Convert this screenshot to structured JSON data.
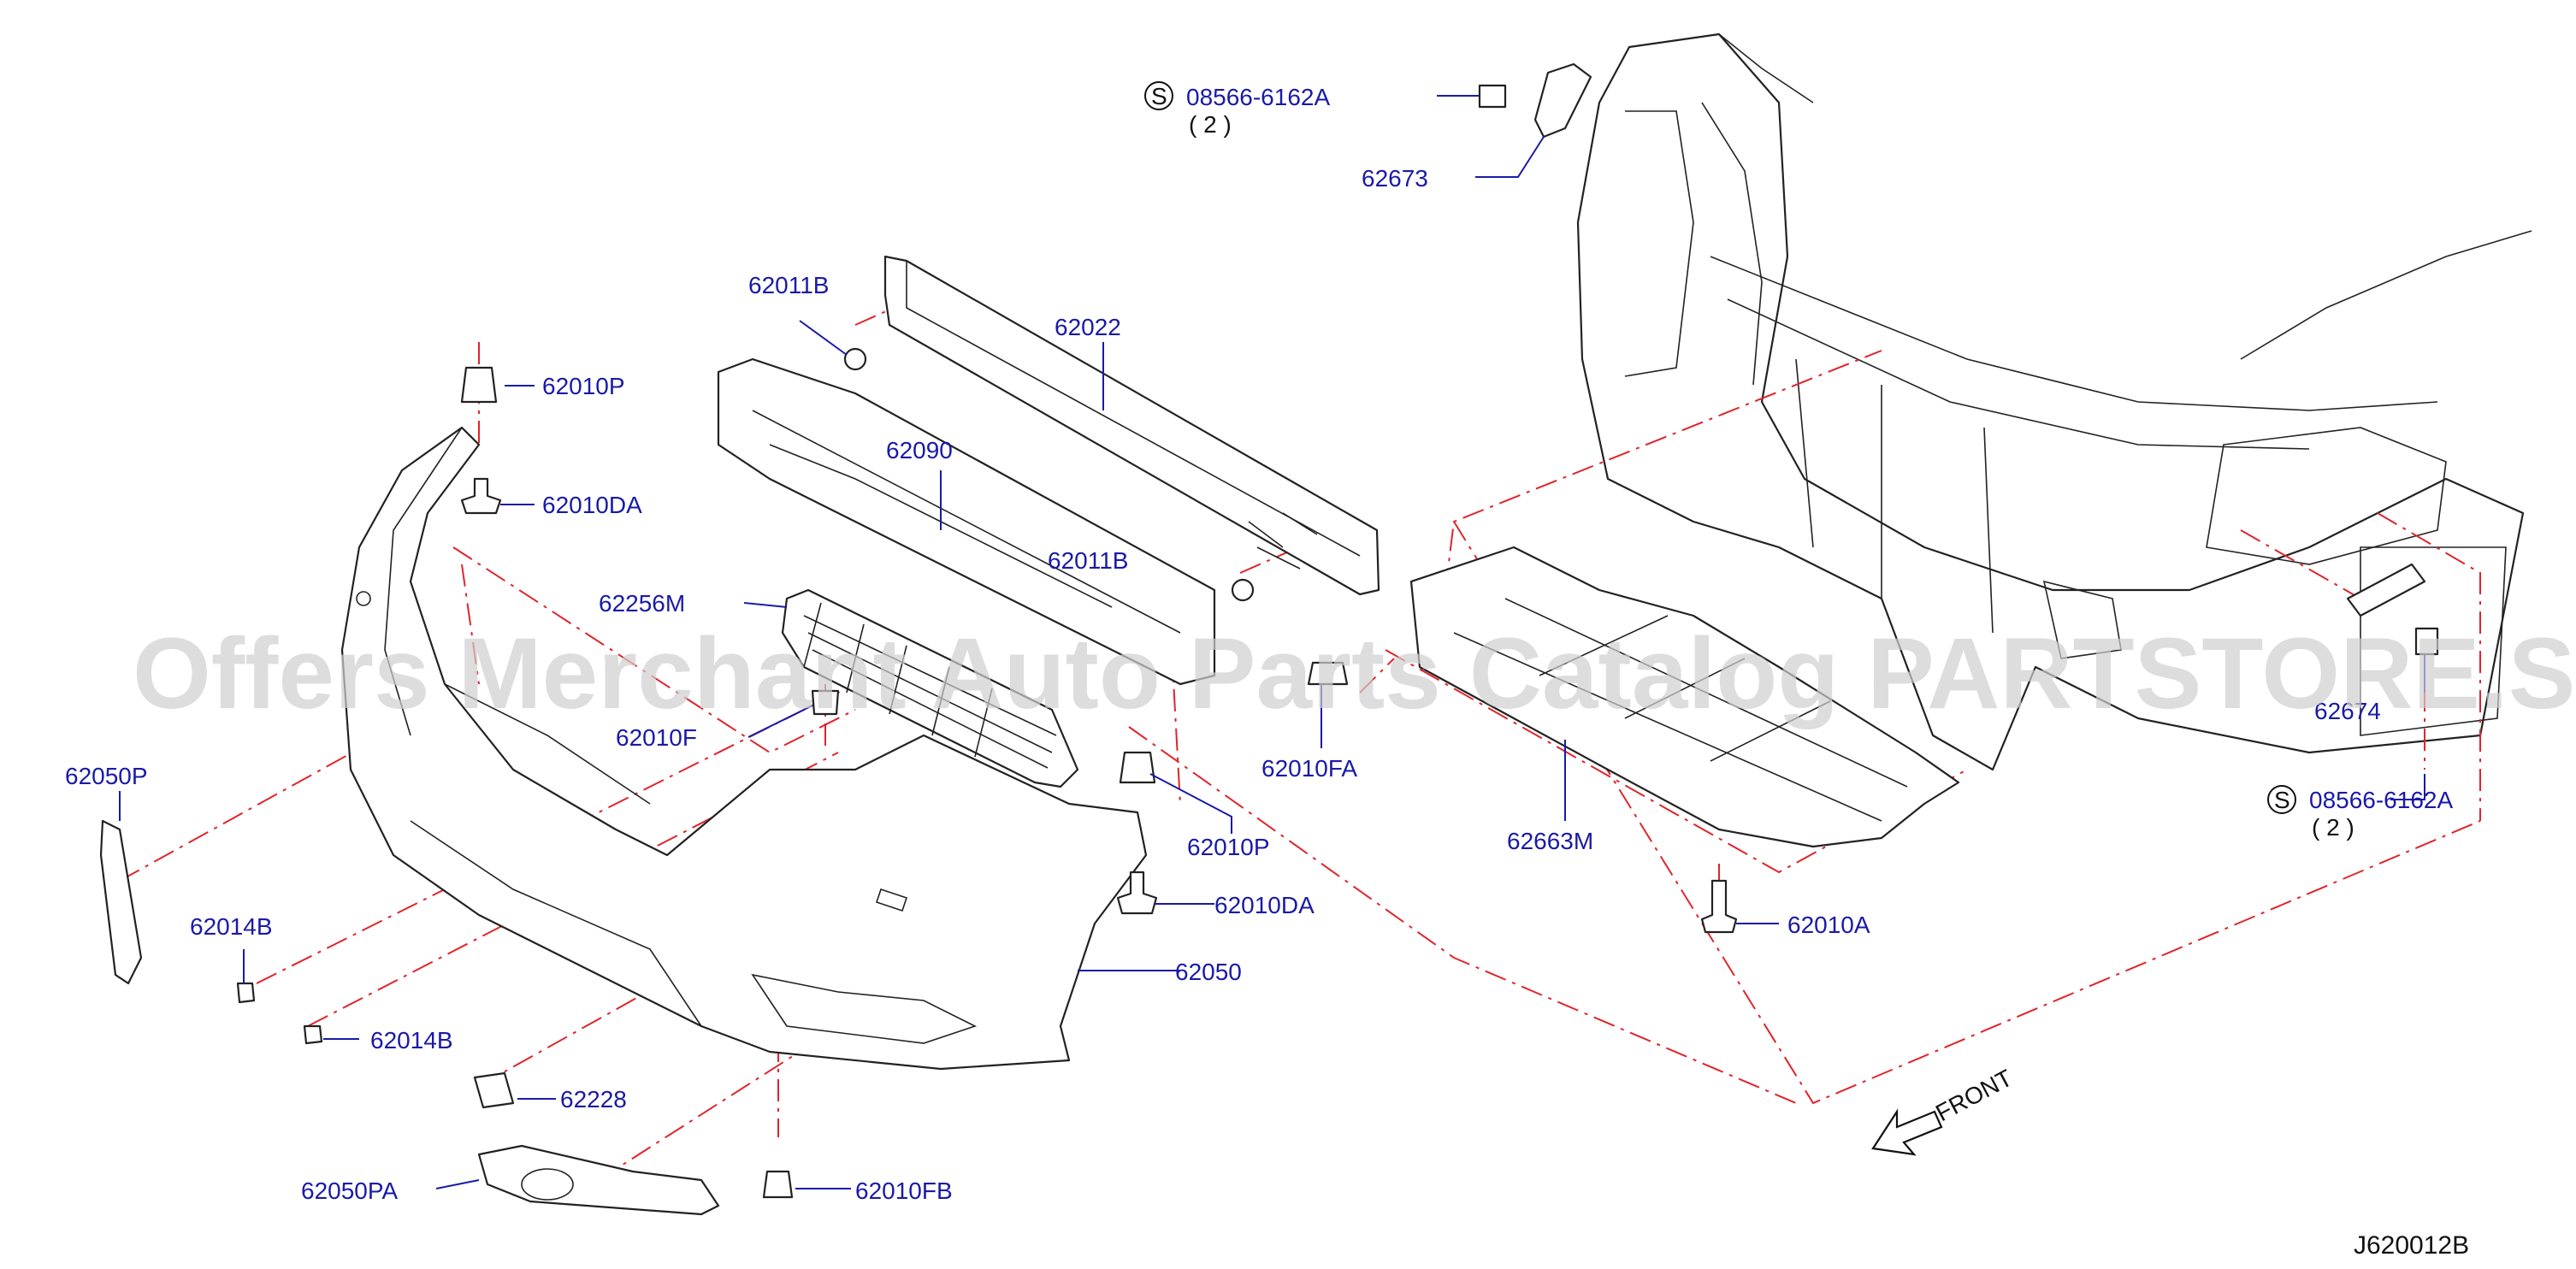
{
  "watermark": "Offers Merchant Auto Parts Catalog PARTSTORE.SA",
  "diagram_code": "J620012B",
  "front_label": "FRONT",
  "screw_spec": {
    "symbol": "S",
    "part": "08566-6162A",
    "qty": "( 2 )"
  },
  "labels": {
    "p62673": "62673",
    "p62011B": "62011B",
    "p62022": "62022",
    "p62010P": "62010P",
    "p62010DA": "62010DA",
    "p62090": "62090",
    "p62256M": "62256M",
    "p62010F": "62010F",
    "p62050P": "62050P",
    "p62014B": "62014B",
    "p62228": "62228",
    "p62050PA": "62050PA",
    "p62010FB": "62010FB",
    "p62050": "62050",
    "p62010FA": "62010FA",
    "p62663M": "62663M",
    "p62010A": "62010A",
    "p62674": "62674"
  }
}
